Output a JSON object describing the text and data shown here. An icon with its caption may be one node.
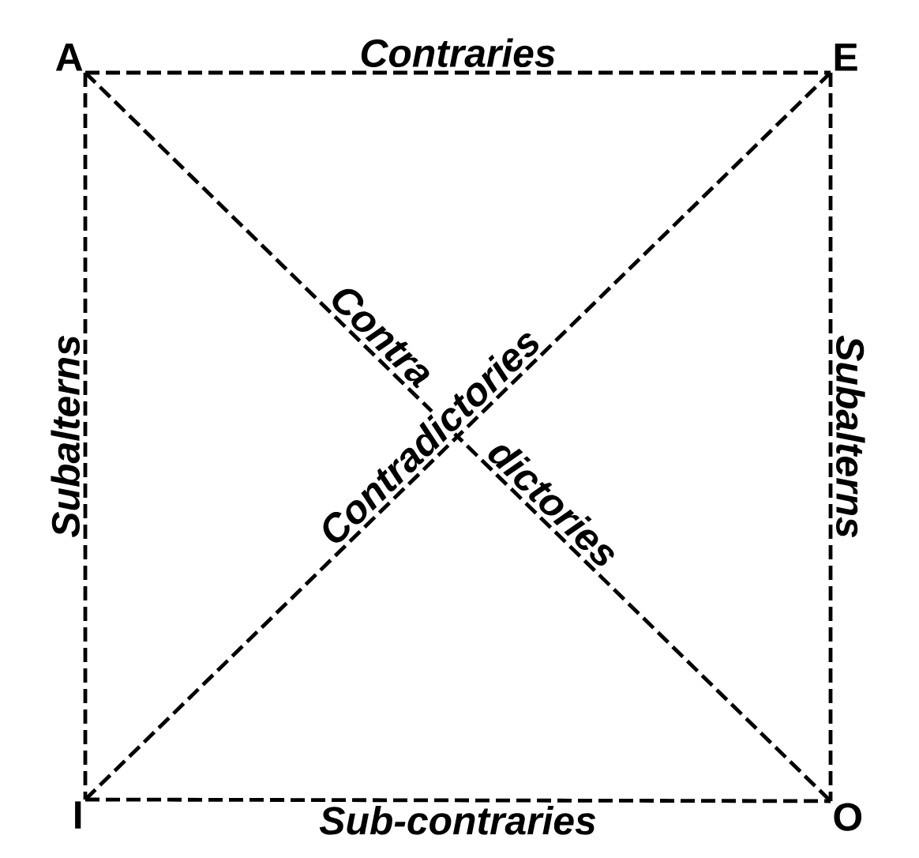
{
  "diagram": {
    "nodes": [
      {
        "text": [
          "A"
        ]
      },
      {
        "text": [
          "E"
        ]
      },
      {
        "text": [
          "I"
        ]
      },
      {
        "text": [
          "O"
        ]
      }
    ],
    "edges": [
      {
        "from": 0,
        "to": 1,
        "arrow": "none",
        "label": "Contraries",
        "style": "dashed"
      },
      {
        "from": 0,
        "to": 2,
        "arrow": "none",
        "label": "Subalterns",
        "style": "dashed"
      },
      {
        "from": 1,
        "to": 3,
        "arrow": "none",
        "label": "Subalterns",
        "style": "dashed"
      },
      {
        "from": 2,
        "to": 3,
        "arrow": "none",
        "label": "Sub-contraries",
        "style": "dashed"
      },
      {
        "from": 0,
        "to": 3,
        "arrow": "none",
        "label": "Contra",
        "style": "dashed"
      },
      {
        "from": 2,
        "to": 1,
        "arrow": "none",
        "label": "Contradictories",
        "style": "dashed"
      }
    ],
    "labels": [
      "dictories"
    ]
  }
}
